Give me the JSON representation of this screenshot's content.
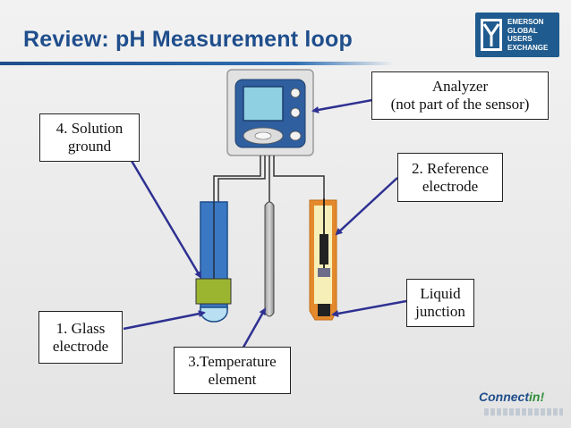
{
  "slide": {
    "title": "Review: pH Measurement loop"
  },
  "logo": {
    "lines": [
      "Emerson",
      "Global",
      "Users",
      "Exchange"
    ]
  },
  "labels": {
    "analyzer": [
      "Analyzer",
      "(not part of the sensor)"
    ],
    "solution_ground": [
      "4. Solution",
      "ground"
    ],
    "reference_electrode": [
      "2. Reference",
      "electrode"
    ],
    "liquid_junction": [
      "Liquid",
      "junction"
    ],
    "glass_electrode": [
      "1. Glass",
      "electrode"
    ],
    "temperature_element": [
      "3.Temperature",
      "element"
    ]
  },
  "footer": {
    "brand_main": "Connect",
    "brand_accent": "in!"
  },
  "colors": {
    "title": "#1f4e8c",
    "arrow": "#2e3192",
    "glass_electrode": "#3b78c4",
    "ground_band": "#9bb531",
    "reference_outline": "#e48a2d",
    "reference_fill": "#f6f0b8",
    "analyzer_panel": "#2f5f9e",
    "analyzer_screen": "#8fd0e2"
  }
}
